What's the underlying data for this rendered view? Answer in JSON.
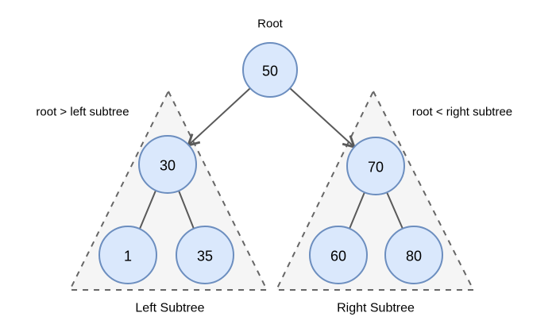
{
  "diagram": {
    "root_label": "Root",
    "nodes": {
      "root": "50",
      "left_root": "30",
      "left_left": "1",
      "left_right": "35",
      "right_root": "70",
      "right_left": "60",
      "right_right": "80"
    },
    "left_subtree": {
      "annotation": "root > left subtree",
      "label": "Left Subtree"
    },
    "right_subtree": {
      "annotation": "root < right subtree",
      "label": "Right Subtree"
    },
    "colors": {
      "node_fill": "#dae8fc",
      "node_border": "#6c8ebf",
      "triangle_fill": "#f5f5f5",
      "triangle_border": "#666666",
      "edge": "#595959",
      "text": "#000000",
      "background": "#ffffff"
    }
  }
}
